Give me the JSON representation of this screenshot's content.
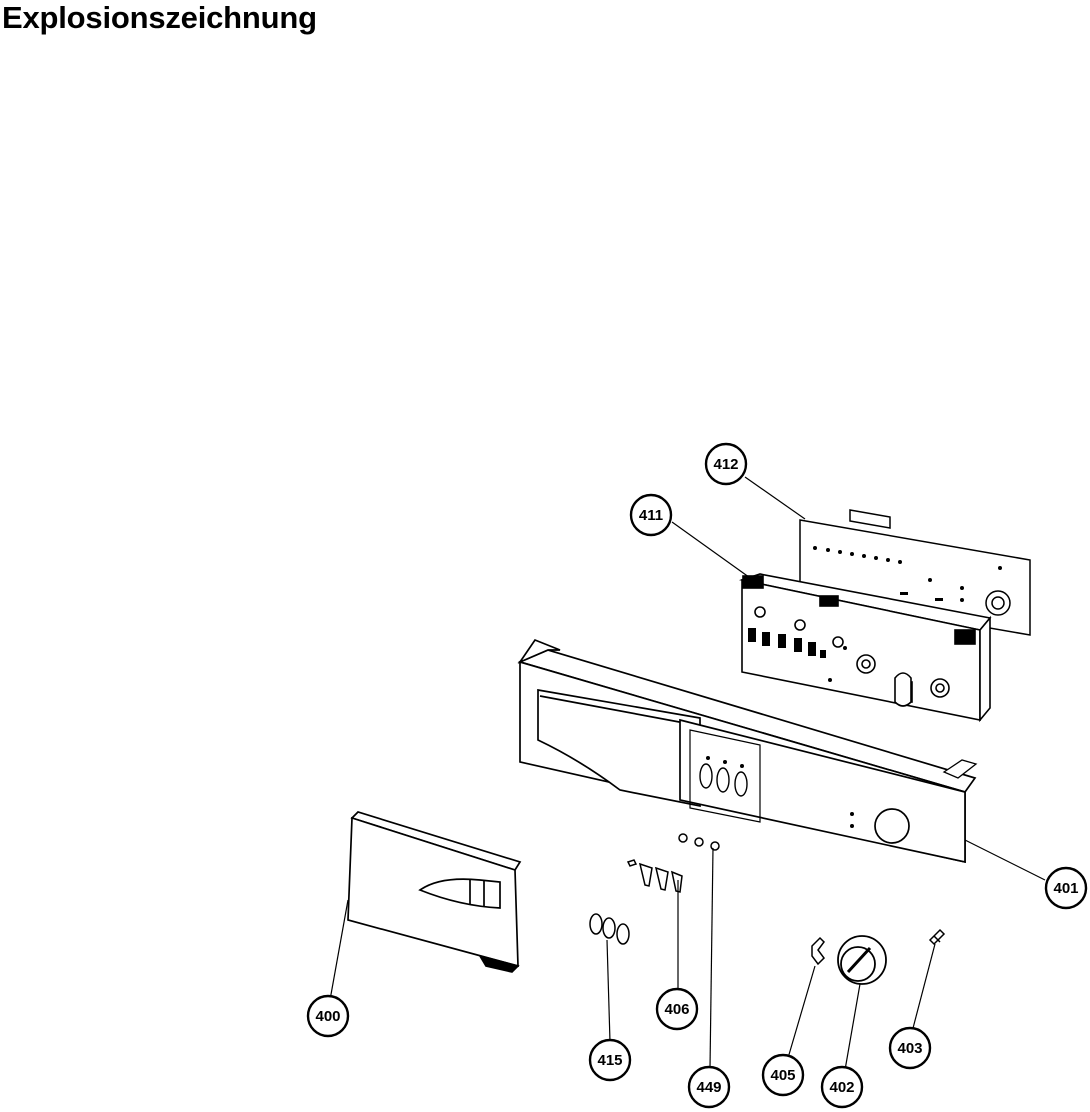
{
  "title": "Explosionszeichnung",
  "callouts": {
    "p400": "400",
    "p401": "401",
    "p402": "402",
    "p403": "403",
    "p405": "405",
    "p406": "406",
    "p411": "411",
    "p412": "412",
    "p415": "415",
    "p449": "449"
  }
}
